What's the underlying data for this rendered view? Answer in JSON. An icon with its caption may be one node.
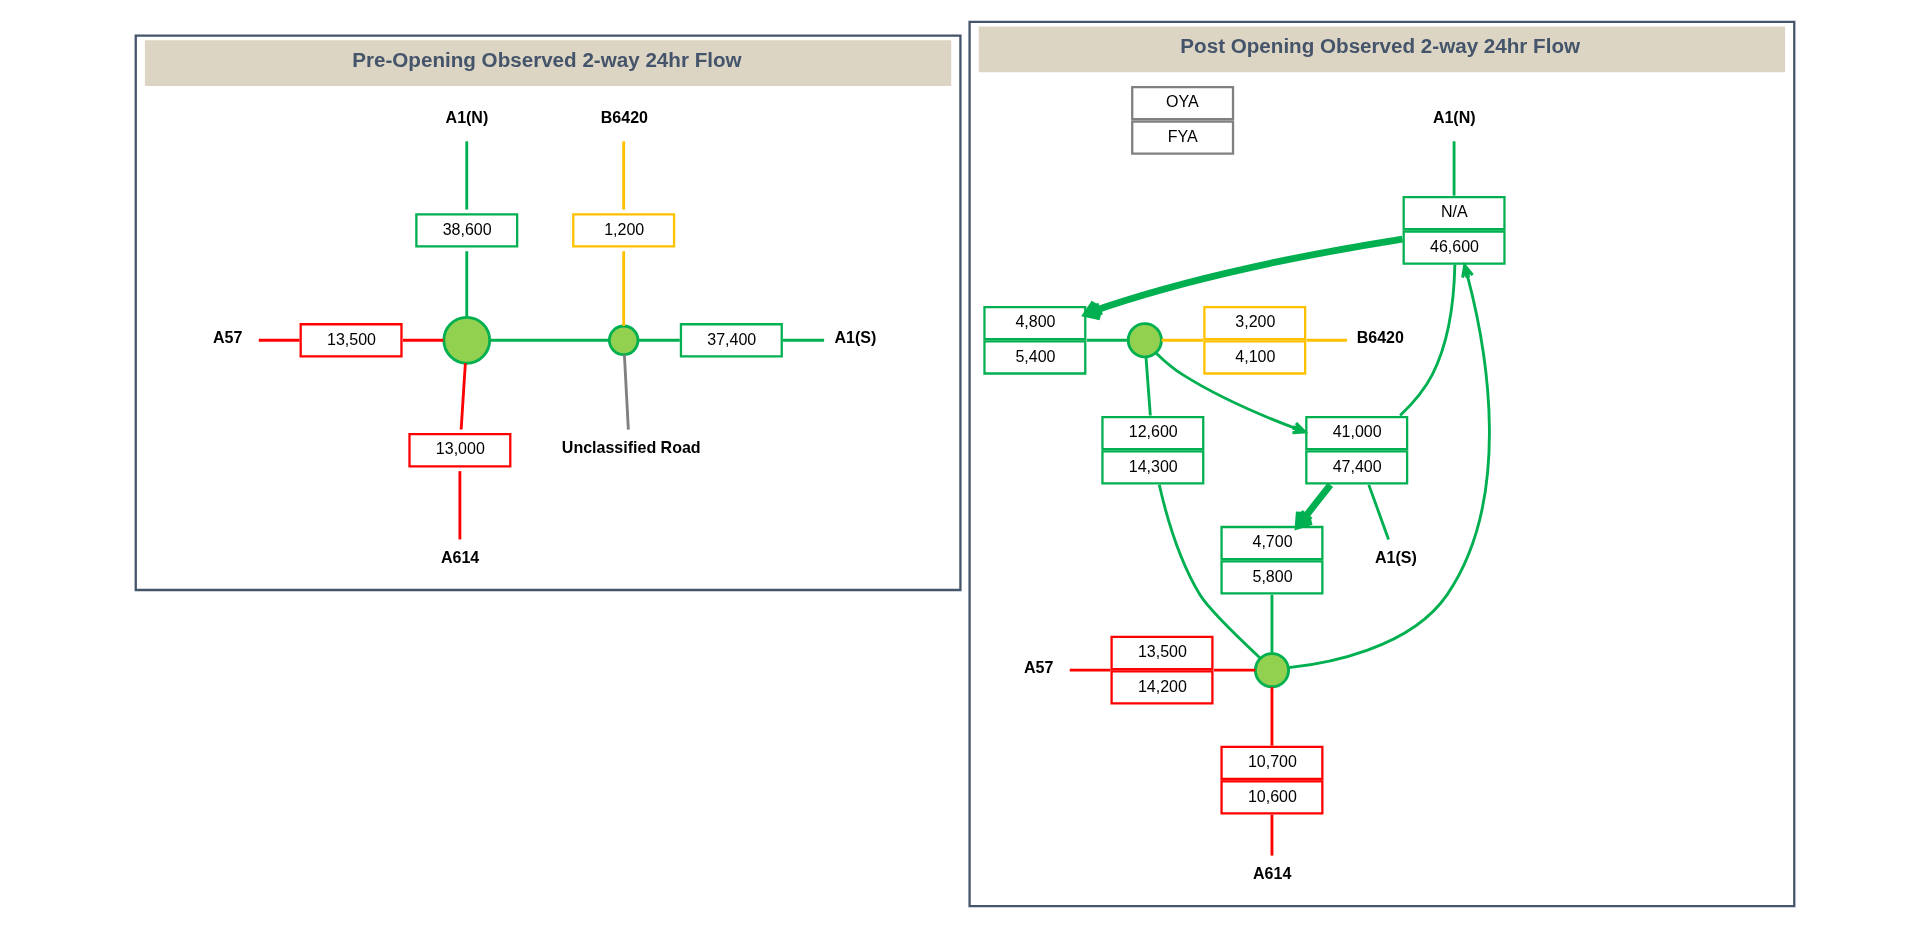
{
  "diagram": {
    "nodes": [
      {
        "text": [
          "Pre-Opening Observed 2-way 24hr Flow"
        ]
      },
      {
        "text": [
          "A1(N)"
        ],
        "in": 0
      },
      {
        "text": [
          "B6420"
        ],
        "in": 0
      },
      {
        "text": [
          "38,600"
        ],
        "in": 0
      },
      {
        "text": [
          "1,200"
        ],
        "in": 0
      },
      {
        "text": [
          "A57"
        ],
        "in": 0
      },
      {
        "text": [
          "13,500"
        ],
        "in": 0
      },
      {
        "text": [],
        "shape": "circle",
        "in": 0
      },
      {
        "text": [],
        "shape": "circle",
        "in": 0
      },
      {
        "text": [
          "37,400"
        ],
        "in": 0
      },
      {
        "text": [
          "A1(S)"
        ],
        "in": 0
      },
      {
        "text": [
          "13,000"
        ],
        "in": 0
      },
      {
        "text": [
          "A614"
        ],
        "in": 0
      },
      {
        "text": [
          "Unclassified Road"
        ],
        "in": 0
      },
      {
        "text": [
          "Post Opening Observed 2-way 24hr Flow"
        ]
      },
      {
        "text": [
          "A1(N)"
        ],
        "in": 14
      },
      {
        "text": [
          "N/A",
          "46,600"
        ],
        "in": 14
      },
      {
        "text": [
          "B6420"
        ],
        "in": 14
      },
      {
        "text": [
          "4,800",
          "5,400"
        ],
        "in": 14
      },
      {
        "text": [
          "3,200",
          "4,100"
        ],
        "in": 14
      },
      {
        "text": [],
        "shape": "circle",
        "in": 14
      },
      {
        "text": [
          "12,600",
          "14,300"
        ],
        "in": 14
      },
      {
        "text": [
          "OYA",
          "FYA"
        ],
        "in": 14
      },
      {
        "text": [
          "A57"
        ],
        "in": 14
      },
      {
        "text": [
          "13,500",
          "14,200"
        ],
        "in": 14
      },
      {
        "text": [],
        "shape": "circle",
        "in": 14
      },
      {
        "text": [
          "4,700",
          "5,800"
        ],
        "in": 14
      },
      {
        "text": [
          "10,700",
          "10,600"
        ],
        "in": 14
      },
      {
        "text": [
          "41,000",
          "47,400"
        ],
        "in": 14
      },
      {
        "text": [
          "A614"
        ],
        "in": 14
      },
      {
        "text": [
          "A1(S)"
        ],
        "in": 14
      }
    ],
    "edges": [
      {
        "from": 1,
        "to": 3,
        "arrow": "none"
      },
      {
        "from": 3,
        "to": 7,
        "arrow": "none"
      },
      {
        "from": 5,
        "to": 6,
        "arrow": "none",
        "color": "#ff0000"
      },
      {
        "from": 6,
        "to": 7,
        "arrow": "none",
        "color": "#ff0000"
      },
      {
        "from": 7,
        "to": 11,
        "arrow": "none",
        "color": "#ff0000"
      },
      {
        "from": 11,
        "to": 12,
        "arrow": "none",
        "color": "#ff0000"
      },
      {
        "from": 7,
        "to": 8,
        "arrow": "none"
      },
      {
        "from": 2,
        "to": 4,
        "arrow": "none",
        "color": "#ffc000"
      },
      {
        "from": 4,
        "to": 8,
        "arrow": "none",
        "color": "#ffc000"
      },
      {
        "from": 8,
        "to": 9,
        "arrow": "none"
      },
      {
        "from": 9,
        "to": 10,
        "arrow": "none"
      },
      {
        "from": 8,
        "to": 13,
        "arrow": "none",
        "color": "#808080"
      },
      {
        "from": 15,
        "to": 16,
        "arrow": "none"
      },
      {
        "from": 16,
        "to": 18,
        "arrow": "to",
        "style": "thick"
      },
      {
        "from": 18,
        "to": 20,
        "arrow": "none"
      },
      {
        "from": 16,
        "to": 28,
        "arrow": "none"
      },
      {
        "from": 25,
        "to": 16,
        "arrow": "to"
      },
      {
        "from": 20,
        "to": 19,
        "arrow": "none",
        "color": "#ffc000"
      },
      {
        "from": 19,
        "to": 17,
        "arrow": "none",
        "color": "#ffc000"
      },
      {
        "from": 20,
        "to": 21,
        "arrow": "none"
      },
      {
        "from": 21,
        "to": 25,
        "arrow": "none"
      },
      {
        "from": 20,
        "to": 28,
        "arrow": "to"
      },
      {
        "from": 28,
        "to": 26,
        "arrow": "to",
        "style": "thick"
      },
      {
        "from": 26,
        "to": 25,
        "arrow": "none"
      },
      {
        "from": 23,
        "to": 24,
        "arrow": "none",
        "color": "#ff0000"
      },
      {
        "from": 24,
        "to": 25,
        "arrow": "none",
        "color": "#ff0000"
      },
      {
        "from": 25,
        "to": 27,
        "arrow": "none",
        "color": "#ff0000"
      },
      {
        "from": 27,
        "to": 29,
        "arrow": "none",
        "color": "#ff0000"
      },
      {
        "from": 28,
        "to": 30,
        "arrow": "none"
      }
    ]
  }
}
